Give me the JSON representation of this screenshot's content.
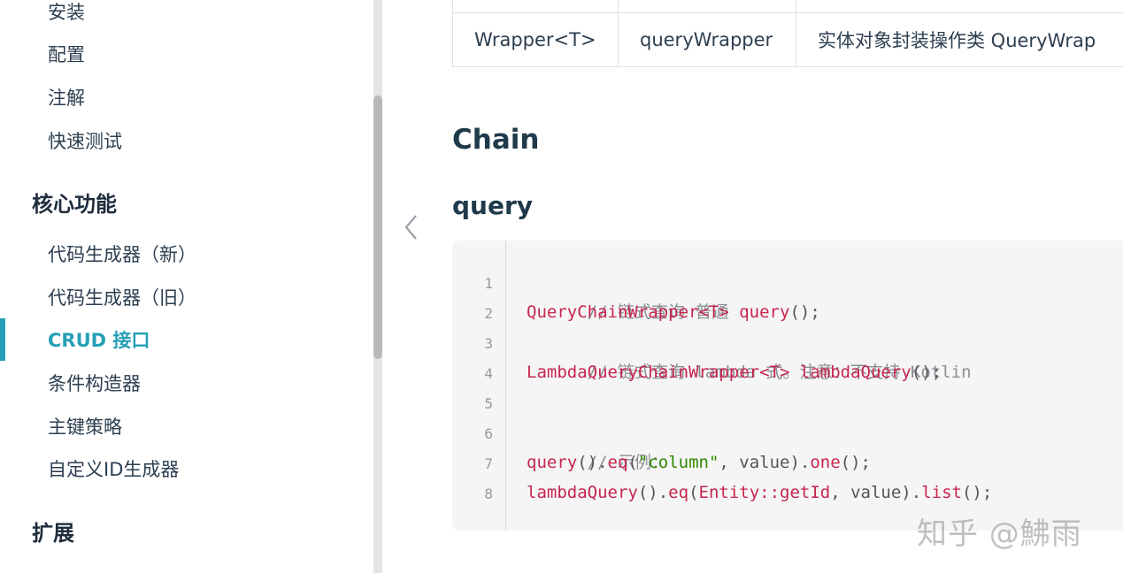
{
  "sidebar": {
    "items_top": [
      "安装",
      "配置",
      "注解",
      "快速测试"
    ],
    "group_core": "核心功能",
    "items_core": [
      "代码生成器（新）",
      "代码生成器（旧）",
      "CRUD 接口",
      "条件构造器",
      "主键策略",
      "自定义ID生成器"
    ],
    "group_ext": "扩展",
    "active_item": "CRUD 接口",
    "accent_color": "#25a0b6"
  },
  "table": {
    "row": [
      "Wrapper<T>",
      "queryWrapper",
      "实体对象封装操作类 QueryWrap"
    ]
  },
  "headings": {
    "h2": "Chain",
    "h3": "query"
  },
  "code": {
    "line_numbers": [
      "1",
      "2",
      "3",
      "4",
      "5",
      "6",
      "7",
      "8"
    ],
    "l1": "// 链式查询 普通",
    "l2_a": "QueryChainWrapper<T>",
    "l2_b": " ",
    "l2_c": "query",
    "l2_d": "();",
    "l3": "// 链式查询 lambda 式。注意：不支持 Kotlin",
    "l4_a": "LambdaQueryChainWrapper<T>",
    "l4_b": " ",
    "l4_c": "lambdaQuery",
    "l4_d": "();",
    "l6": "// 示例：",
    "l7_a": "query",
    "l7_b": "().",
    "l7_c": "eq",
    "l7_d": "(",
    "l7_e": "\"column\"",
    "l7_f": ", value).",
    "l7_g": "one",
    "l7_h": "();",
    "l8_a": "lambdaQuery",
    "l8_b": "().",
    "l8_c": "eq",
    "l8_d": "(",
    "l8_e": "Entity::getId",
    "l8_f": ", value).",
    "l8_g": "list",
    "l8_h": "();"
  },
  "watermark": "知乎 @鮄雨"
}
